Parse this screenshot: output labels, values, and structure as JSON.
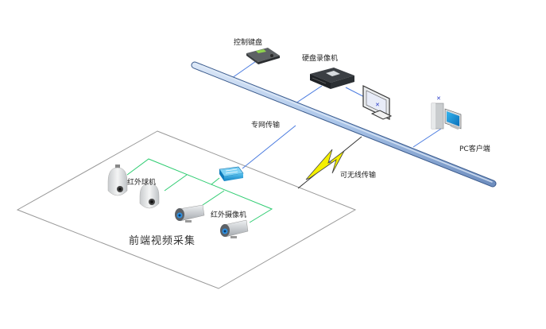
{
  "diagram": {
    "title": "前端视频采集",
    "labels": {
      "control_keyboard": "控制键盘",
      "dvr": "硬盘录像机",
      "pc_client": "PC客户端",
      "private_network": "专网传输",
      "wireless": "可无线传输",
      "ir_dome": "红外球机",
      "ir_camera": "红外摄像机",
      "front_end_area": "前端视频采集"
    },
    "colors": {
      "bus_fill": "#a9c4e8",
      "bus_stroke": "#3a5a8c",
      "network_link": "#4a7be0",
      "local_link": "#2ecc71",
      "area_border": "#999999",
      "lightning_fill": "#f5f000",
      "switch": "#1e9fdc"
    },
    "nodes": [
      {
        "id": "control-keyboard",
        "label": "控制键盘",
        "type": "keyboard"
      },
      {
        "id": "dvr",
        "label": "硬盘录像机",
        "type": "dvr"
      },
      {
        "id": "monitor",
        "label": "",
        "type": "monitor"
      },
      {
        "id": "pc-client",
        "label": "PC客户端",
        "type": "pc"
      },
      {
        "id": "switch",
        "label": "",
        "type": "switch"
      },
      {
        "id": "dome-1",
        "label": "红外球机",
        "type": "dome-camera"
      },
      {
        "id": "dome-2",
        "label": "",
        "type": "dome-camera"
      },
      {
        "id": "bullet-1",
        "label": "",
        "type": "bullet-camera"
      },
      {
        "id": "bullet-2",
        "label": "红外摄像机",
        "type": "bullet-camera"
      }
    ],
    "links": [
      {
        "from": "control-keyboard",
        "to": "bus",
        "kind": "network"
      },
      {
        "from": "dvr",
        "to": "bus",
        "kind": "network"
      },
      {
        "from": "dvr",
        "to": "monitor",
        "kind": "network"
      },
      {
        "from": "pc-client",
        "to": "bus",
        "kind": "network"
      },
      {
        "from": "switch",
        "to": "bus",
        "kind": "network",
        "label": "专网传输"
      },
      {
        "from": "area",
        "to": "bus",
        "kind": "wireless",
        "label": "可无线传输"
      },
      {
        "from": "switch",
        "to": "dome-1",
        "kind": "local"
      },
      {
        "from": "switch",
        "to": "dome-2",
        "kind": "local"
      },
      {
        "from": "switch",
        "to": "bullet-1",
        "kind": "local"
      },
      {
        "from": "switch",
        "to": "bullet-2",
        "kind": "local"
      }
    ]
  }
}
